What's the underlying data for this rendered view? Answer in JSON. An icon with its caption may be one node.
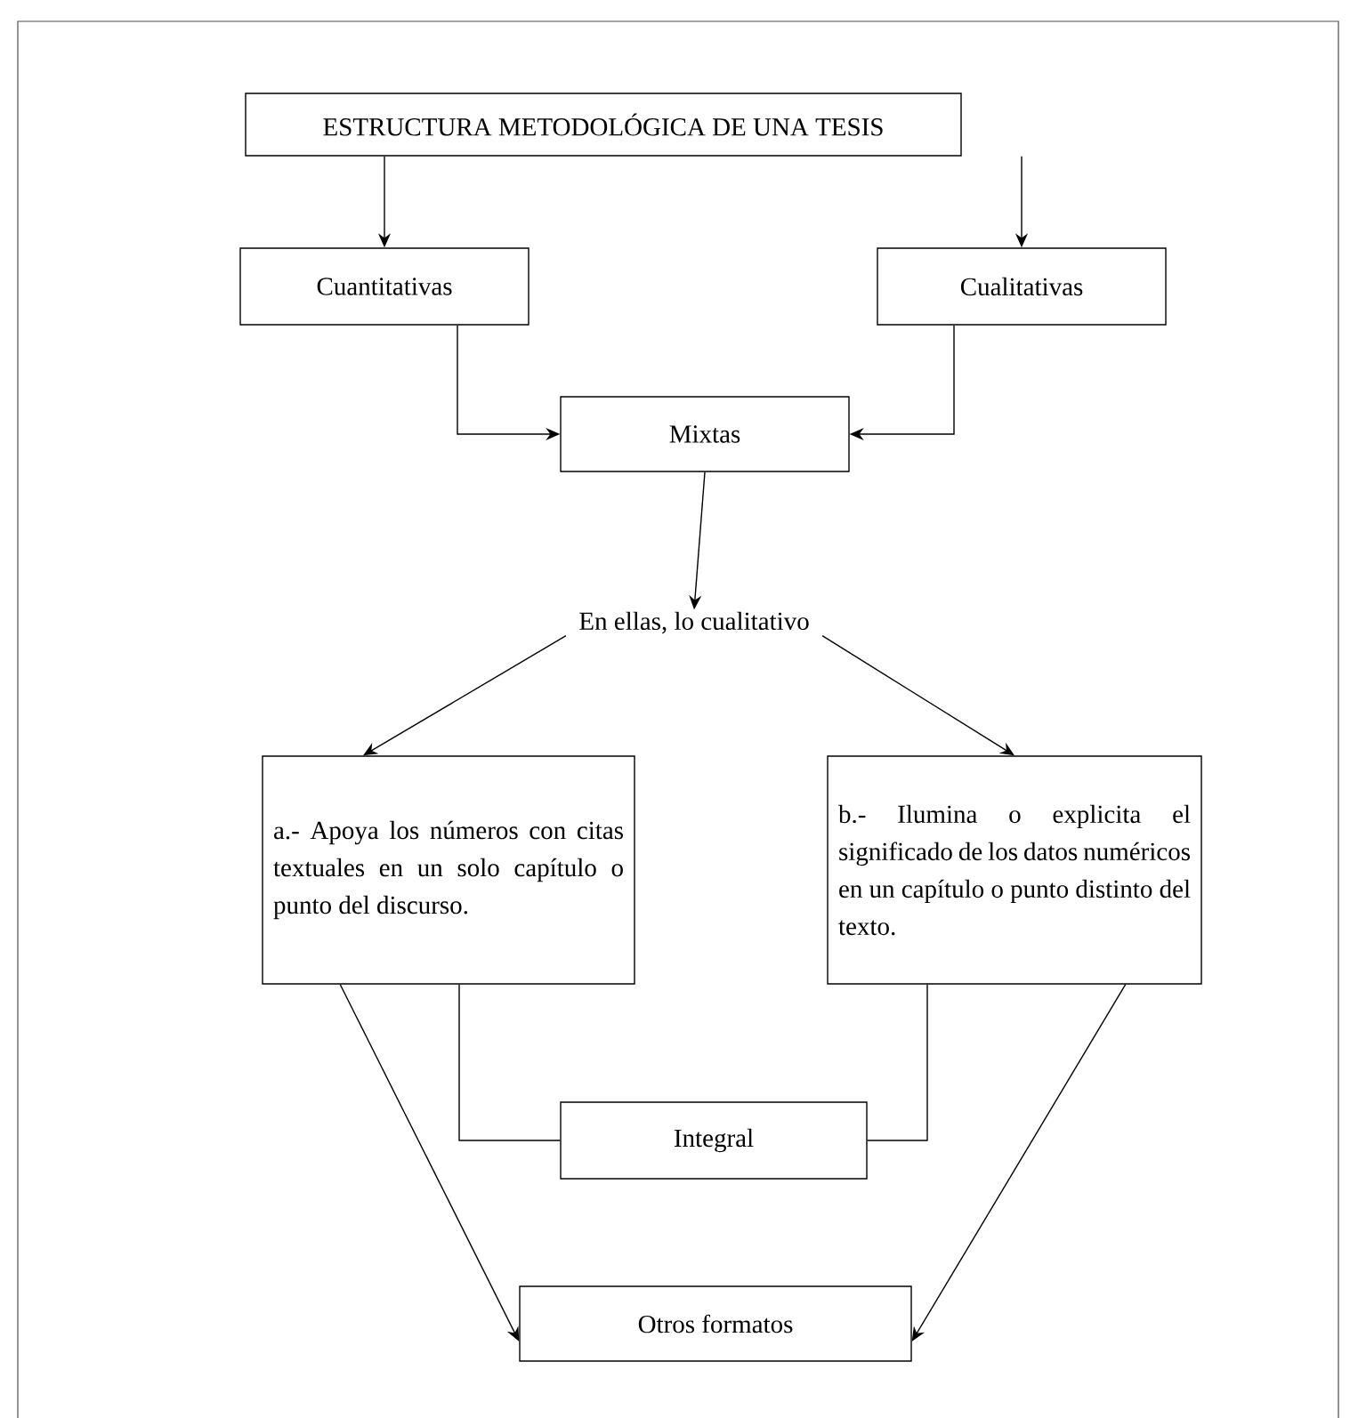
{
  "diagram": {
    "nodes": [
      {
        "text": [
          "ESTRUCTURA METODOLÓGICA DE UNA TESIS"
        ]
      },
      {
        "text": [
          "Cuantitativas"
        ]
      },
      {
        "text": [
          "Cualitativas"
        ]
      },
      {
        "text": [
          "Mixtas"
        ]
      },
      {
        "text": [
          "En ellas, lo cualitativo"
        ]
      },
      {
        "text": [
          "a.- Apoya los números con citas textuales en un solo capítulo o punto del discurso."
        ]
      },
      {
        "text": [
          "b.- Ilumina o explicita el significado de los datos numéricos en un capítulo o punto distinto del texto."
        ]
      },
      {
        "text": [
          "Integral"
        ]
      },
      {
        "text": [
          "Otros formatos"
        ]
      }
    ],
    "edges": [
      {
        "from": 0,
        "to": 1,
        "arrow": "to"
      },
      {
        "from": 0,
        "to": 2,
        "arrow": "to"
      },
      {
        "from": 1,
        "to": 3,
        "arrow": "to"
      },
      {
        "from": 2,
        "to": 3,
        "arrow": "to"
      },
      {
        "from": 3,
        "to": 4,
        "arrow": "to"
      },
      {
        "from": 4,
        "to": 5,
        "arrow": "to"
      },
      {
        "from": 4,
        "to": 6,
        "arrow": "to"
      },
      {
        "from": 5,
        "to": 7,
        "arrow": "none"
      },
      {
        "from": 6,
        "to": 7,
        "arrow": "none"
      },
      {
        "from": 5,
        "to": 8,
        "arrow": "to"
      },
      {
        "from": 6,
        "to": 8,
        "arrow": "to"
      }
    ]
  }
}
